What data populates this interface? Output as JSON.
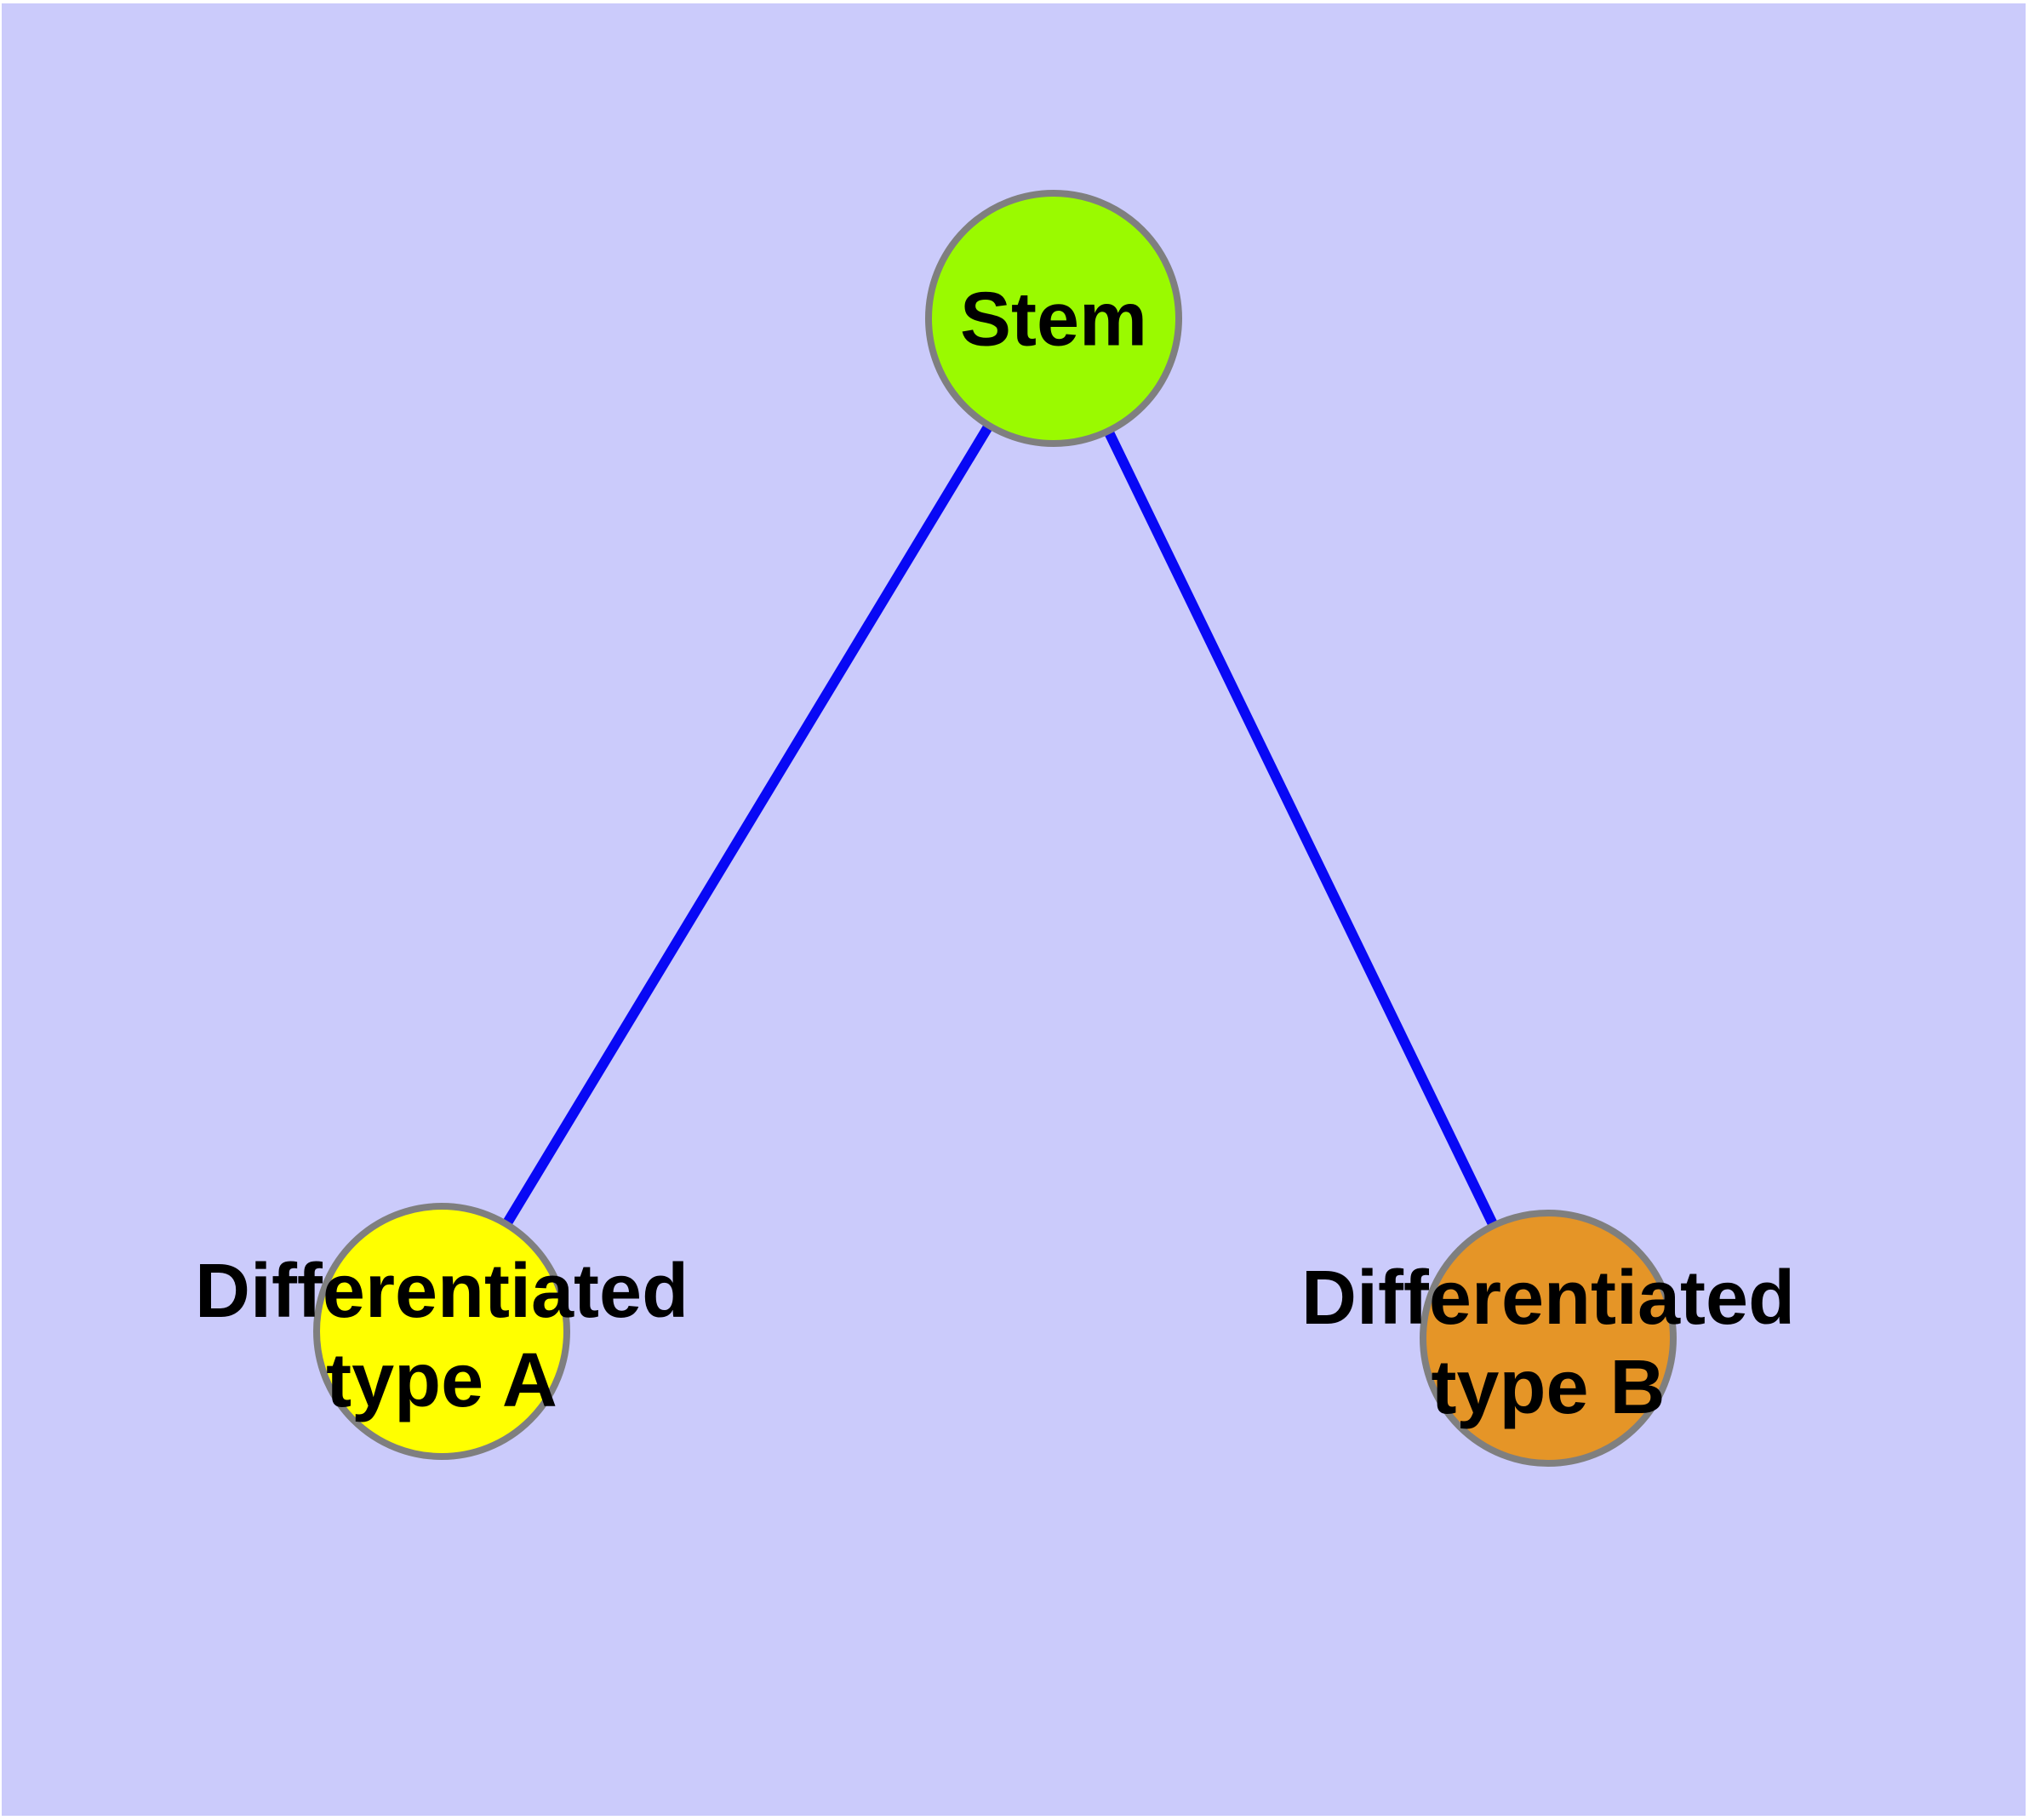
{
  "diagram": {
    "background_color": "#CBCBFB",
    "margin_color": "#FFFFFF",
    "edge_color": "#0808F5",
    "node_border_color": "#7F7F7F",
    "text_color": "#000000",
    "nodes": [
      {
        "id": "stem",
        "lines": [
          "Stem"
        ],
        "fill": "#9AFA00"
      },
      {
        "id": "differentiated-type-a",
        "lines": [
          "Differentiated",
          "type A"
        ],
        "fill": "#FFFF00"
      },
      {
        "id": "differentiated-type-b",
        "lines": [
          "Differentiated",
          "type B"
        ],
        "fill": "#E59527"
      }
    ],
    "edges": [
      {
        "from": "Stem",
        "to": "Differentiated type A"
      },
      {
        "from": "Stem",
        "to": "Differentiated type B"
      }
    ]
  }
}
